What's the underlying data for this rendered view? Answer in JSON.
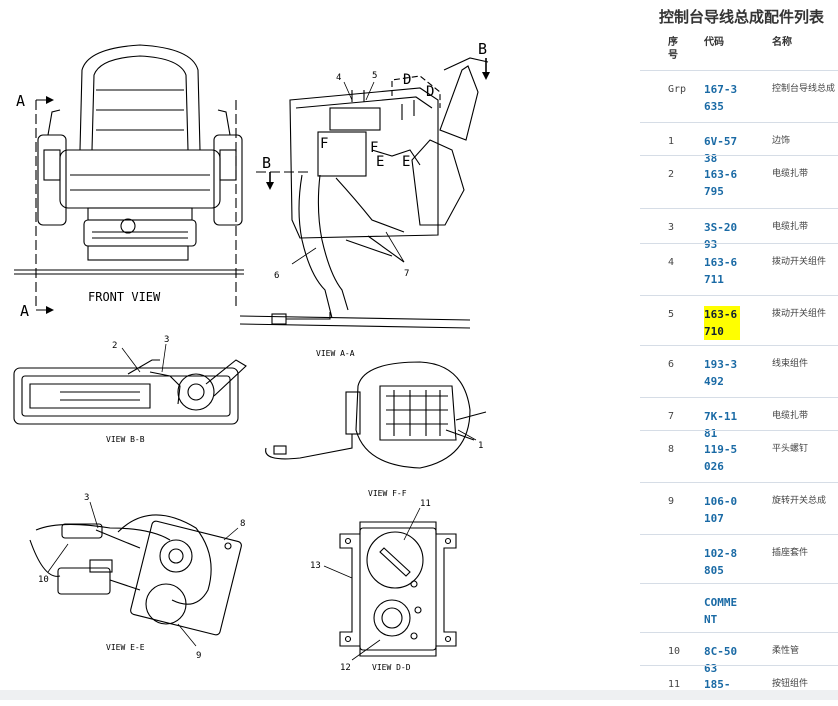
{
  "panel": {
    "title": "控制台导线总成配件列表",
    "headers": {
      "no": "序号",
      "code": "代码",
      "name": "名称"
    },
    "rows": [
      {
        "no": "Grp",
        "code": "167-3635",
        "name": "控制台导线总成",
        "highlight": false
      },
      {
        "no": "1",
        "code": "6V-5738",
        "name": "边饰",
        "highlight": false
      },
      {
        "no": "2",
        "code": "163-6795",
        "name": "电缆扎带",
        "highlight": false
      },
      {
        "no": "3",
        "code": "3S-2093",
        "name": "电缆扎带",
        "highlight": false
      },
      {
        "no": "4",
        "code": "163-6711",
        "name": "拨动开关组件",
        "highlight": false
      },
      {
        "no": "5",
        "code": "163-6710",
        "name": "拨动开关组件",
        "highlight": true
      },
      {
        "no": "6",
        "code": "193-3492",
        "name": "线束组件",
        "highlight": false
      },
      {
        "no": "7",
        "code": "7K-1181",
        "name": "电缆扎带",
        "highlight": false
      },
      {
        "no": "8",
        "code": "119-5026",
        "name": "平头螺钉",
        "highlight": false
      },
      {
        "no": "9",
        "code": "106-0107",
        "name": "旋转开关总成",
        "highlight": false
      },
      {
        "no": "",
        "code": "102-8805",
        "name": "插座套件",
        "highlight": false
      },
      {
        "no": "",
        "code": "COMMENT",
        "name": "",
        "highlight": false
      },
      {
        "no": "10",
        "code": "8C-5063",
        "name": "柔性管",
        "highlight": false
      },
      {
        "no": "11",
        "code": "185-",
        "name": "按钮组件",
        "highlight": false
      }
    ]
  },
  "drawing": {
    "front_view_label": "FRONT VIEW",
    "view_aa": "VIEW A-A",
    "view_bb": "VIEW B-B",
    "view_ff": "VIEW F-F",
    "view_ee": "VIEW E-E",
    "view_dd": "VIEW D-D",
    "letter_a": "A",
    "letter_b": "B",
    "letter_d": "D",
    "letter_e": "E",
    "letter_f": "F",
    "n1": "1",
    "n2": "2",
    "n3": "3",
    "n4": "4",
    "n5": "5",
    "n6": "6",
    "n7": "7",
    "n8": "8",
    "n9": "9",
    "n10": "10",
    "n11": "11",
    "n12": "12",
    "n13": "13"
  }
}
